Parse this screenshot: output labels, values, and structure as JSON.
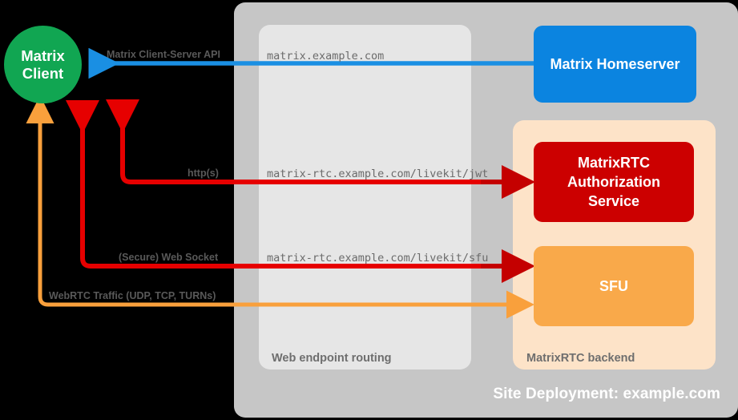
{
  "diagram": {
    "title": "Site Deployment: example.com",
    "containers": [
      {
        "id": "site",
        "label": "Site Deployment: example.com",
        "color": "#c6c6c6"
      },
      {
        "id": "web-endpoint-routing",
        "label": "Web endpoint routing",
        "color": "#e6e6e6"
      },
      {
        "id": "matrixrtc-backend",
        "label": "MatrixRTC backend",
        "color": "#fde3c8"
      }
    ],
    "nodes": {
      "client": {
        "label_line1": "Matrix",
        "label_line2": "Client",
        "color": "#11a652"
      },
      "homeserver": {
        "label": "Matrix Homeserver",
        "color": "#0b84e0"
      },
      "auth": {
        "label_line1": "MatrixRTC",
        "label_line2": "Authorization",
        "label_line3": "Service",
        "color": "#cc0000"
      },
      "sfu": {
        "label": "SFU",
        "color": "#f9a94a"
      }
    },
    "edges": [
      {
        "id": "cs-api",
        "label": "Matrix Client-Server API",
        "endpoint": "matrix.example.com",
        "color": "#1a8fe3",
        "direction": "to-client"
      },
      {
        "id": "https",
        "label": "http(s)",
        "endpoint": "matrix-rtc.example.com/livekit/jwt",
        "color": "#e60000",
        "direction": "bidirectional"
      },
      {
        "id": "websocket",
        "label": "(Secure) Web Socket",
        "endpoint": "matrix-rtc.example.com/livekit/sfu",
        "color": "#e60000",
        "direction": "bidirectional"
      },
      {
        "id": "webrtc",
        "label": "WebRTC Traffic (UDP, TCP, TURNs)",
        "endpoint": "",
        "color": "#f9a03c",
        "direction": "bidirectional"
      }
    ]
  }
}
